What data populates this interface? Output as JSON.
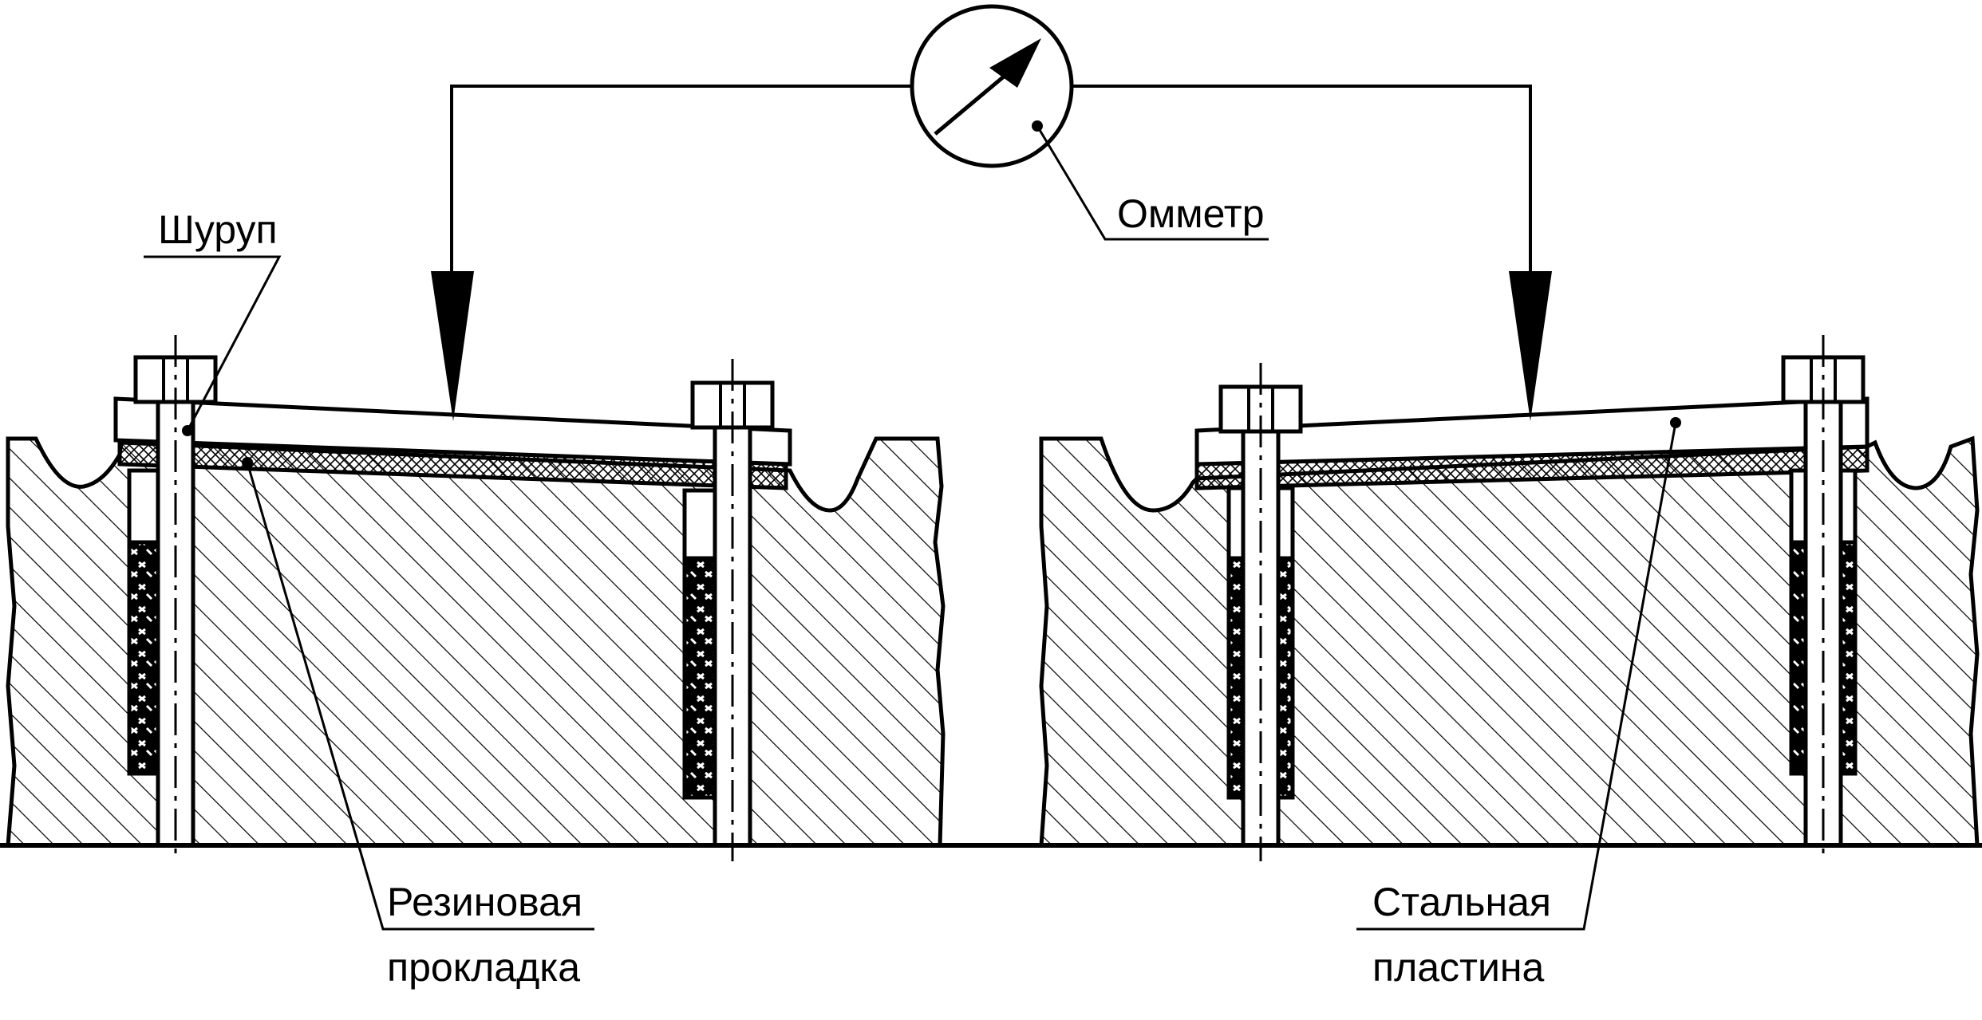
{
  "labels": {
    "screw": "Шуруп",
    "ohmmeter": "Омметр",
    "rubber_gasket_line1": "Резиновая",
    "rubber_gasket_line2": "прокладка",
    "steel_plate_line1": "Стальная",
    "steel_plate_line2": "пластина"
  },
  "colors": {
    "ink": "#000000",
    "background": "#ffffff"
  },
  "icons": {
    "ohmmeter": "gauge-dial-with-arrow-icon",
    "probe": "triangle-down-arrow-icon"
  }
}
